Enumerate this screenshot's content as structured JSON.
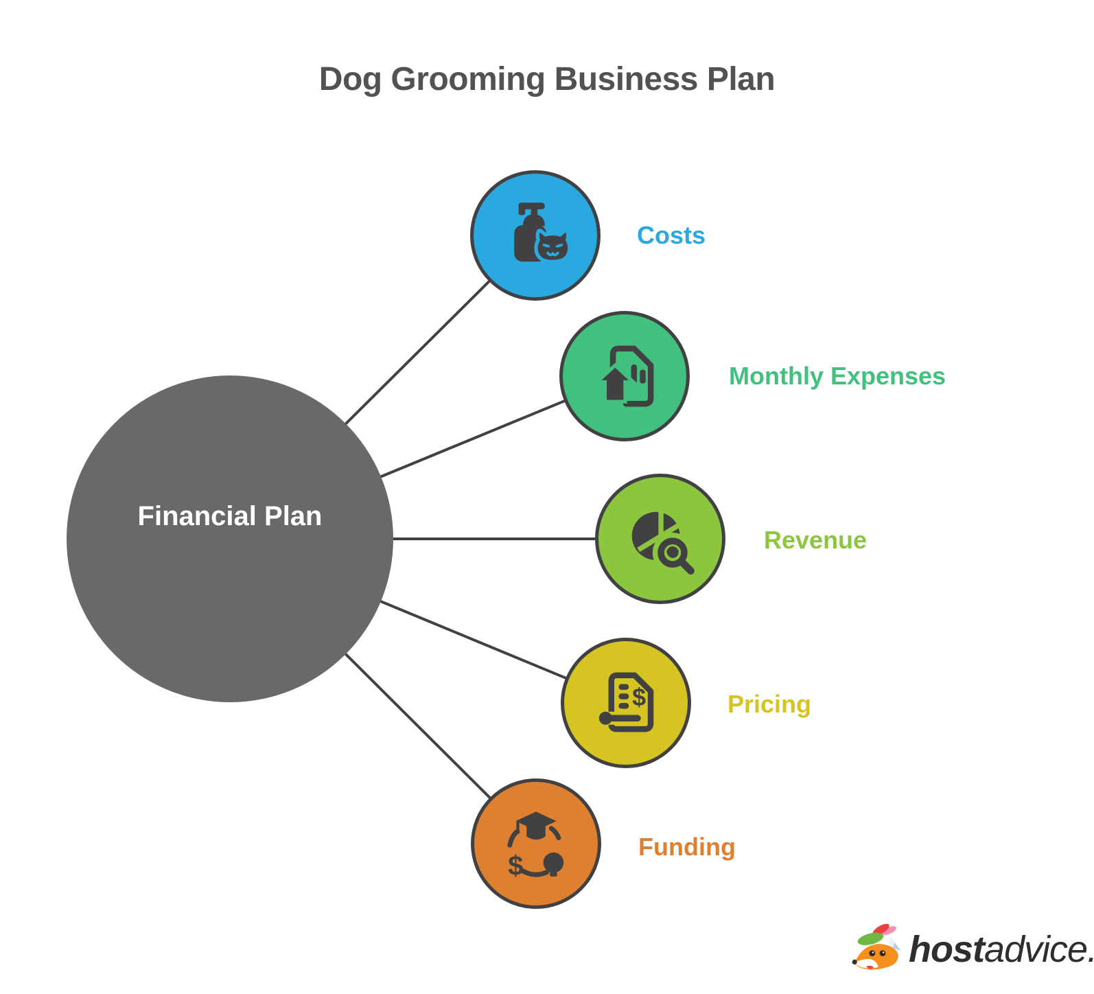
{
  "title": "Dog Grooming Business Plan",
  "colors": {
    "ink": "#414042",
    "line": "#414042",
    "title_text": "#515254",
    "center_fill": "#696969",
    "center_text": "#FFFFFF",
    "logo_text": "#2E2E2E"
  },
  "center": {
    "label": "Financial Plan"
  },
  "nodes": [
    {
      "label": "Costs",
      "color": "#29A9E0",
      "icon": "soap-bottle-cat-icon"
    },
    {
      "label": "Monthly Expenses",
      "color": "#42C07E",
      "icon": "house-report-icon"
    },
    {
      "label": "Revenue",
      "color": "#8CC63F",
      "icon": "pie-chart-magnifier-icon"
    },
    {
      "label": "Pricing",
      "color": "#D5C421",
      "icon": "invoice-pen-icon"
    },
    {
      "label": "Funding",
      "color": "#DE8030",
      "icon": "scholarship-fund-icon"
    }
  ],
  "logo": {
    "bold": "host",
    "light": "advice."
  }
}
